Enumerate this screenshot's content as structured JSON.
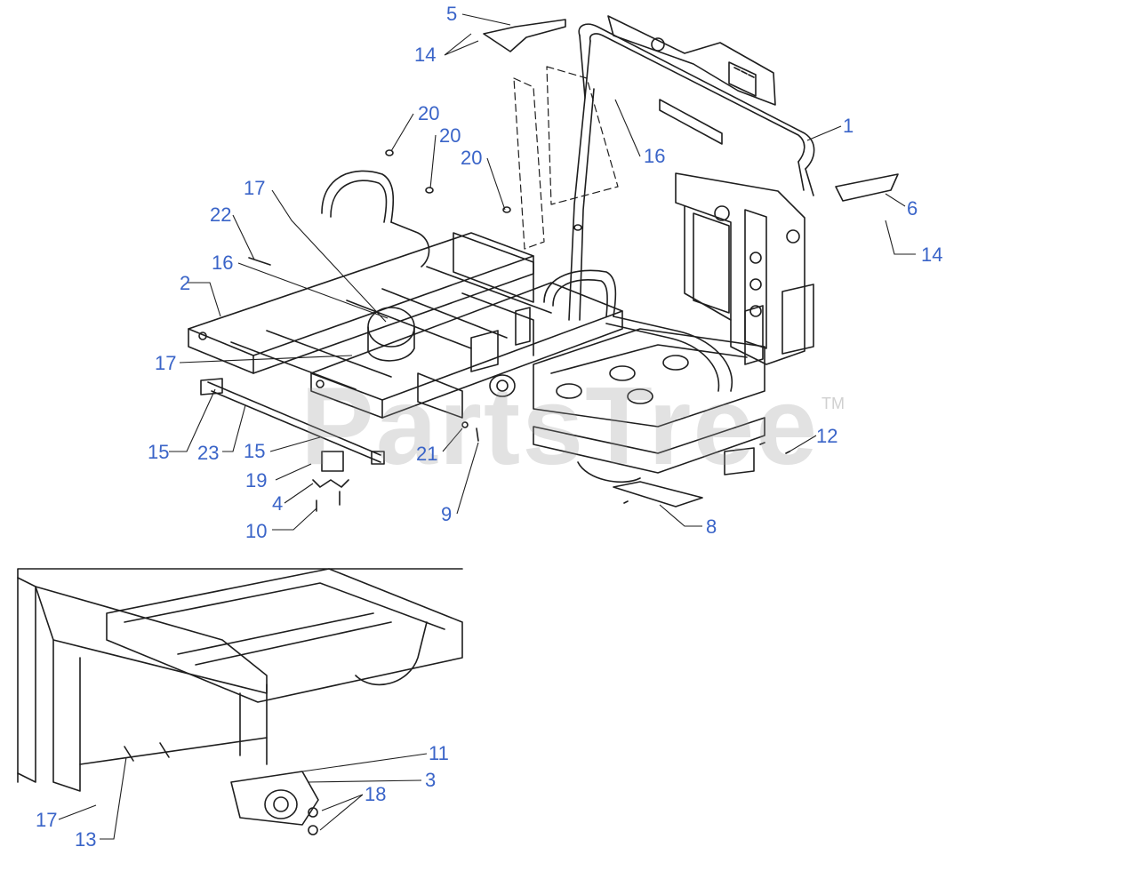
{
  "watermark": {
    "text": "PartsTree",
    "trademark": "TM"
  },
  "colors": {
    "callout": "#3a64c8",
    "drawing": "#1e1e1e",
    "watermark": "#9a9a9a"
  },
  "callouts": [
    {
      "label": "5"
    },
    {
      "label": "14"
    },
    {
      "label": "20"
    },
    {
      "label": "20"
    },
    {
      "label": "20"
    },
    {
      "label": "1"
    },
    {
      "label": "16"
    },
    {
      "label": "17"
    },
    {
      "label": "22"
    },
    {
      "label": "16"
    },
    {
      "label": "2"
    },
    {
      "label": "6"
    },
    {
      "label": "14"
    },
    {
      "label": "17"
    },
    {
      "label": "15"
    },
    {
      "label": "23"
    },
    {
      "label": "15"
    },
    {
      "label": "21"
    },
    {
      "label": "12"
    },
    {
      "label": "19"
    },
    {
      "label": "4"
    },
    {
      "label": "9"
    },
    {
      "label": "10"
    },
    {
      "label": "8"
    },
    {
      "label": "11"
    },
    {
      "label": "3"
    },
    {
      "label": "18"
    },
    {
      "label": "17"
    },
    {
      "label": "13"
    }
  ]
}
